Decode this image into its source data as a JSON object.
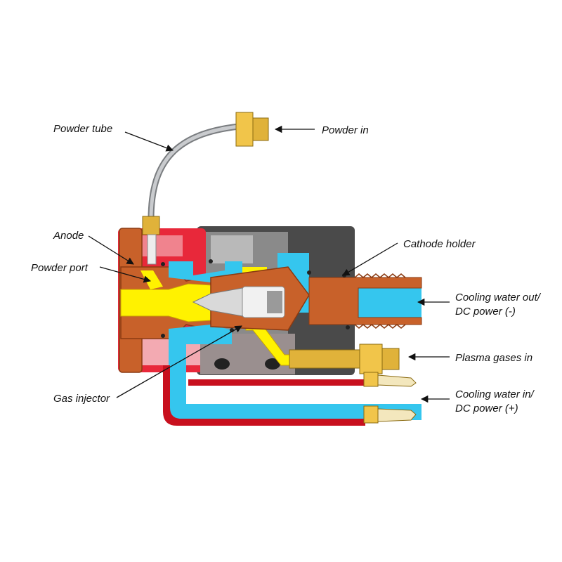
{
  "labels": {
    "powder_tube": "Powder tube",
    "powder_in": "Powder in",
    "anode": "Anode",
    "powder_port": "Powder port",
    "cathode_holder": "Cathode holder",
    "cooling_out_line1": "Cooling water out/",
    "cooling_out_line2": "DC power (-)",
    "plasma_gases_in": "Plasma gases in",
    "gas_injector": "Gas injector",
    "cooling_in_line1": "Cooling water in/",
    "cooling_in_line2": "DC power (+)"
  },
  "colors": {
    "copper": "#c8612a",
    "copper_dark": "#8a3a12",
    "red_body": "#e8283a",
    "pink": "#f3aab2",
    "grey_dark": "#4a4a4a",
    "grey_mid": "#8a8a8a",
    "grey_light": "#cfcfcf",
    "water": "#35c6ee",
    "plasma": "#fff200",
    "brass": "#e0b23a",
    "ceramic": "#f1f1f1",
    "tube": "#b5b8bb"
  }
}
